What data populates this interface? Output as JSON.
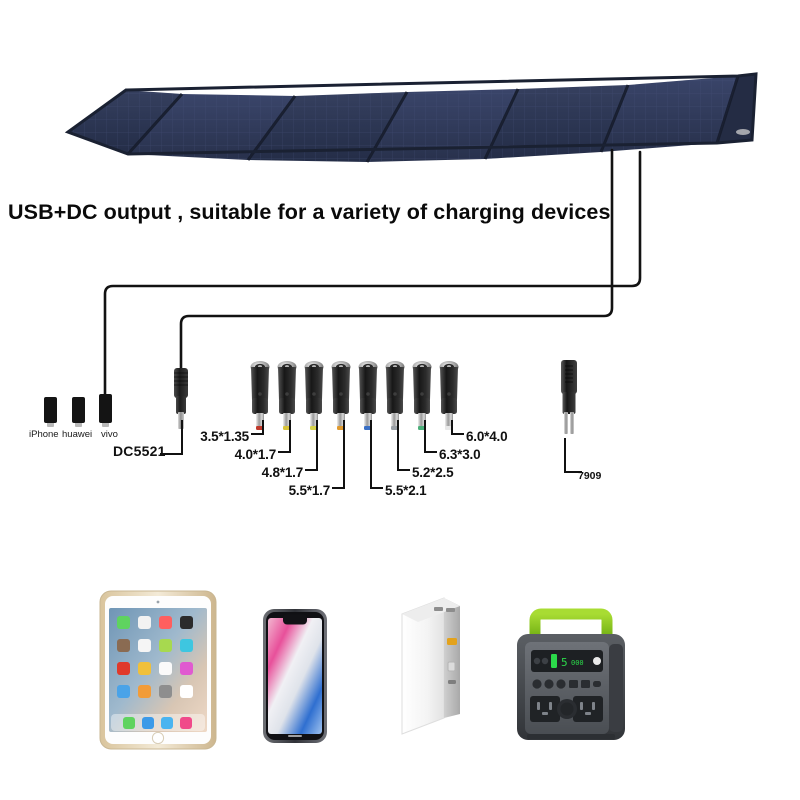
{
  "headline": {
    "text": "USB+DC output , suitable for a variety of charging devices"
  },
  "product": {
    "solar_panel": {
      "name": "foldable-solar-panel",
      "fold_count": 6,
      "color": "#2b3551",
      "cell_color": "#333e5e",
      "trim_color": "#1b2235"
    }
  },
  "phone_connectors": {
    "items": [
      {
        "label": "iPhone",
        "icon": "usb-plug-icon"
      },
      {
        "label": "huawei",
        "icon": "usb-plug-icon"
      },
      {
        "label": "vivo",
        "icon": "usb-plug-icon"
      }
    ]
  },
  "dc_plug": {
    "label": "DC5521",
    "icon": "dc-barrel-plug-icon"
  },
  "dc_adapters": {
    "count": 8,
    "items": [
      {
        "size": "3.5*1.35",
        "ring_color": "#c0392b"
      },
      {
        "size": "4.0*1.7",
        "ring_color": "#d8c33a"
      },
      {
        "size": "4.8*1.7",
        "ring_color": "#d6d24a"
      },
      {
        "size": "5.5*1.7",
        "ring_color": "#e09a2e"
      },
      {
        "size": "5.5*2.1",
        "ring_color": "#3a6fc4"
      },
      {
        "size": "5.2*2.5",
        "ring_color": "#9aa0a6"
      },
      {
        "size": "6.3*3.0",
        "ring_color": "#4bb07a"
      },
      {
        "size": "6.0*4.0",
        "ring_color": "#e8e8e8"
      }
    ]
  },
  "special_connector": {
    "label": "7909",
    "icon": "dc7909-twin-pin-connector-icon"
  },
  "charging_devices": [
    {
      "name": "tablet",
      "model": "iPad",
      "body_color": "#e8d8bb"
    },
    {
      "name": "smartphone",
      "model": "iPhone X",
      "body_color": "#3b3b40"
    },
    {
      "name": "power-bank",
      "model": "Power Bank",
      "body_color": "#f2f2f2"
    },
    {
      "name": "power-station",
      "model": "Power Station",
      "body_color": "#4a4d51",
      "handle_color": "#86c520",
      "display_color": "#2bd94a"
    }
  ],
  "colors": {
    "wire": "#121212",
    "text": "#111111",
    "background": "#ffffff"
  }
}
